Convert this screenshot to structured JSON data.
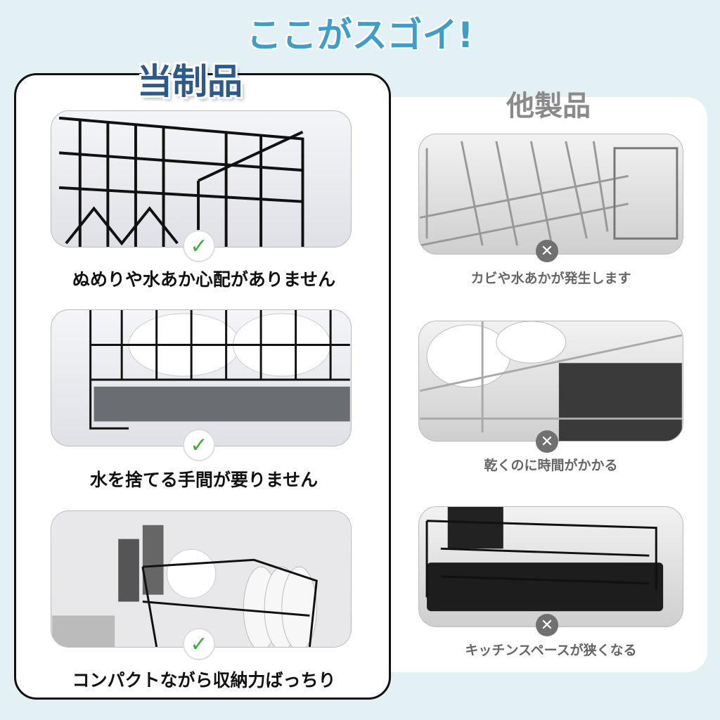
{
  "title": "ここがスゴイ!",
  "ours": {
    "title": "当制品",
    "items": [
      {
        "caption": "ぬめりや水あか心配がありません",
        "icon": "check-icon"
      },
      {
        "caption": "水を捨てる手間が要りません",
        "icon": "check-icon"
      },
      {
        "caption": "コンパクトながら収納力ばっちり",
        "icon": "check-icon"
      }
    ]
  },
  "others": {
    "title": "他製品",
    "items": [
      {
        "caption": "カビや水あかが発生します",
        "icon": "x-icon"
      },
      {
        "caption": "乾くのに時間がかかる",
        "icon": "x-icon"
      },
      {
        "caption": "キッチンスペースが狭くなる",
        "icon": "x-icon"
      }
    ]
  },
  "colors": {
    "title": "#3a9fcc",
    "ours_title": "#2b5a8c",
    "check": "#3fae3f",
    "x": "#707070"
  }
}
